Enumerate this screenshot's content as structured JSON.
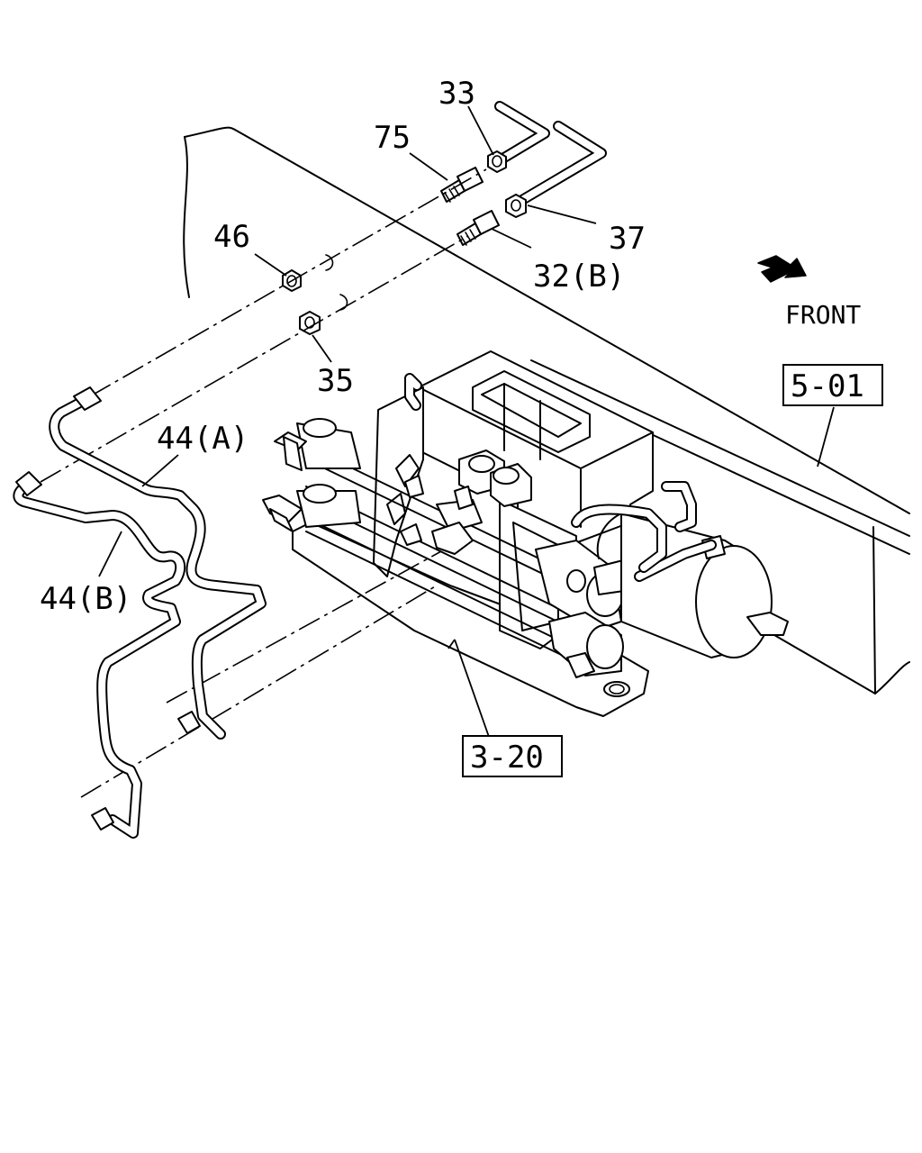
{
  "labels": {
    "p33": "33",
    "p75": "75",
    "p46": "46",
    "p37": "37",
    "p32b": "32(B)",
    "p35": "35",
    "p44a": "44(A)",
    "p44b": "44(B)"
  },
  "references": {
    "frame": "5-01",
    "brake_valve": "3-20"
  },
  "direction": {
    "label": "FRONT",
    "icon": "arrow-icon"
  },
  "colors": {
    "line": "#000000",
    "background": "#ffffff"
  }
}
